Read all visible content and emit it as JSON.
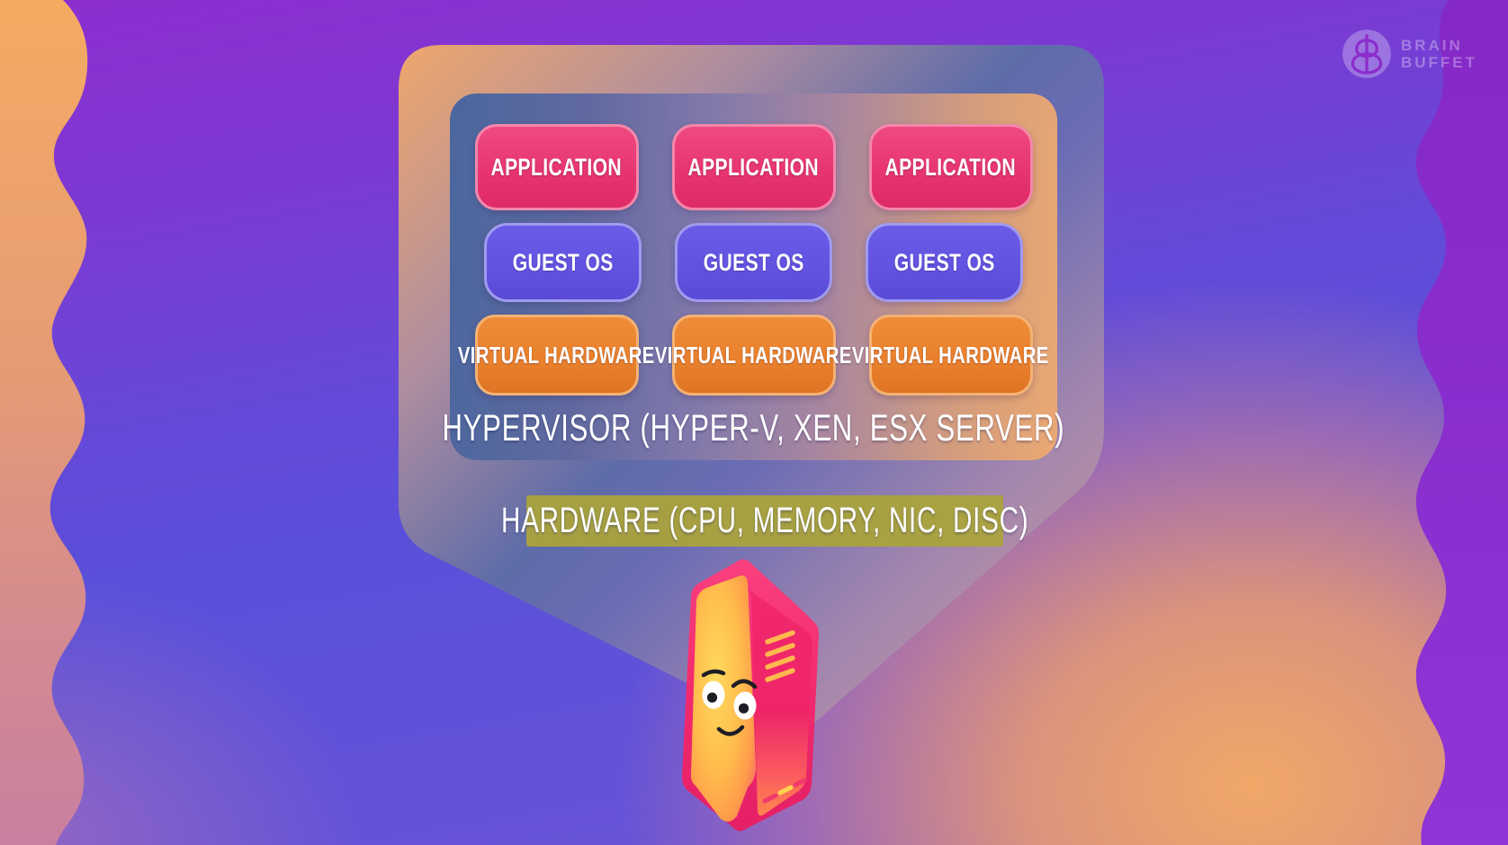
{
  "brand": {
    "line1": "BRAIN",
    "line2": "BUFFET",
    "logo_icon": "brain-buffet-circle-eight"
  },
  "diagram": {
    "type": "hypervisor-virtualization-layers",
    "vm_columns": [
      {
        "application": "APPLICATION",
        "guest_os": "GUEST OS",
        "virtual_hardware": "VIRTUAL HARDWARE"
      },
      {
        "application": "APPLICATION",
        "guest_os": "GUEST OS",
        "virtual_hardware": "VIRTUAL HARDWARE"
      },
      {
        "application": "APPLICATION",
        "guest_os": "GUEST OS",
        "virtual_hardware": "VIRTUAL HARDWARE"
      }
    ],
    "hypervisor_label": "HYPERVISOR (HYPER-V, XEN, ESX SERVER)",
    "hardware_label": "HARDWARE (CPU, MEMORY, NIC, DISC)",
    "colors": {
      "application_box": "#e73570",
      "application_border": "#f387ab",
      "guest_os_box": "#6153e0",
      "guest_os_border": "#a09af0",
      "virtual_hardware_box": "#e8802c",
      "virtual_hardware_border": "#f4b274",
      "hardware_highlight": "#aaa33d",
      "label_text": "#ffffff",
      "mascot_shell": "#f02a6e",
      "left_wave": "#f5aa62",
      "right_wave": "#8c2ed4"
    }
  },
  "mascot": {
    "name": "smiling-server-tower"
  }
}
